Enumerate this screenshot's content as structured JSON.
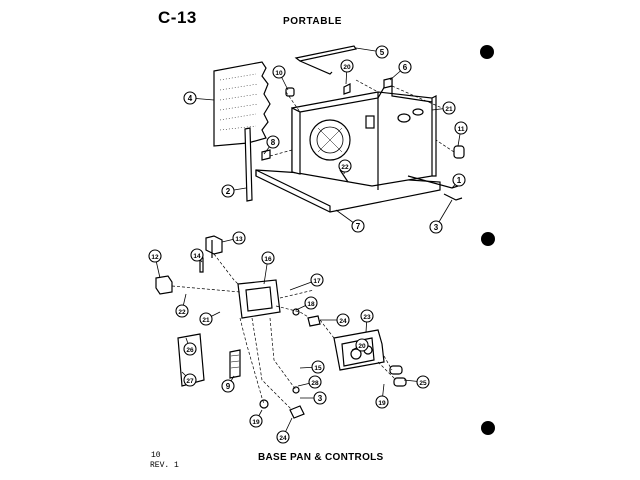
{
  "header": {
    "page_id": "C-13",
    "section_title": "PORTABLE"
  },
  "footer": {
    "page_number": "10",
    "revision": "REV. 1",
    "title": "BASE PAN & CONTROLS"
  },
  "callouts": {
    "upper": [
      "5",
      "20",
      "6",
      "10",
      "4",
      "21",
      "8",
      "11",
      "22",
      "1",
      "2",
      "7",
      "3"
    ],
    "lower": [
      "13",
      "14",
      "12",
      "16",
      "17",
      "22",
      "18",
      "21",
      "24",
      "23",
      "26",
      "20",
      "15",
      "27",
      "9",
      "28",
      "3",
      "25",
      "19",
      "19",
      "24"
    ]
  }
}
